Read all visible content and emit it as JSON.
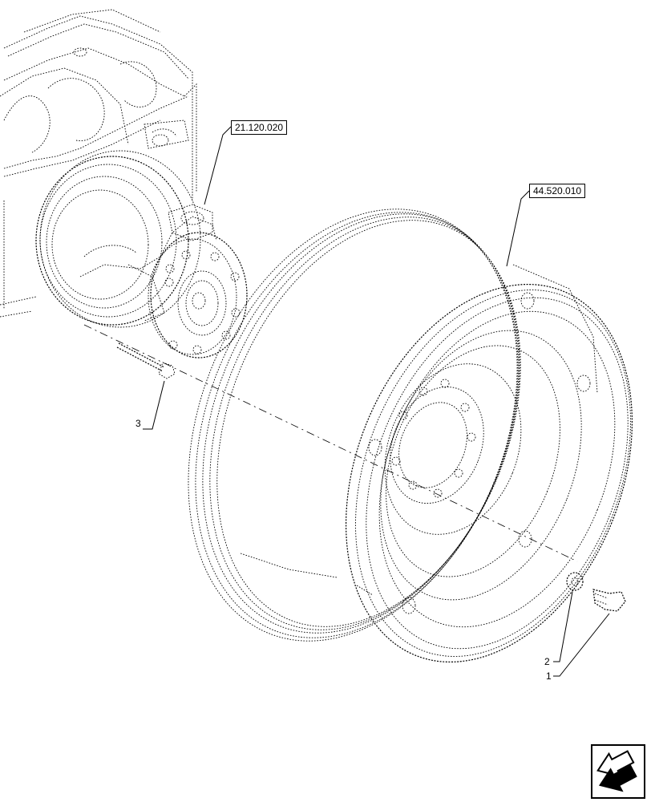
{
  "references": {
    "transmission": "21.120.020",
    "wheel": "44.520.010"
  },
  "callouts": {
    "item_1": "1",
    "item_2": "2",
    "item_3": "3"
  },
  "icons": {
    "nav": "view-direction-arrow-icon"
  }
}
